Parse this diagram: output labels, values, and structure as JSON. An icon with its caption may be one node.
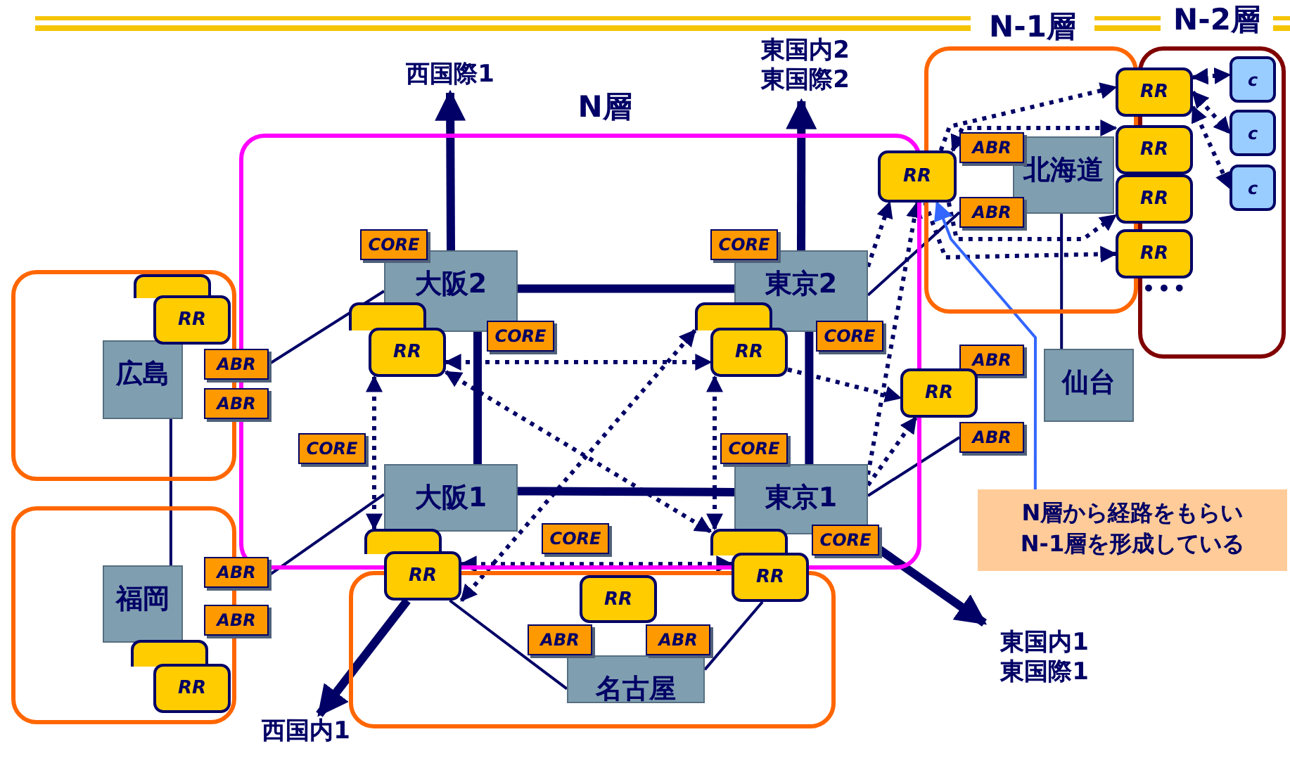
{
  "diagram": {
    "nodes": [
      {
        "text": [
          "N層"
        ]
      },
      {
        "text": [
          "N-1層"
        ]
      },
      {
        "text": [
          "N-2層"
        ]
      },
      {
        "text": [],
        "shape": "box"
      },
      {
        "text": [],
        "shape": "box"
      },
      {
        "text": [],
        "shape": "box"
      },
      {
        "text": [
          "大阪2"
        ],
        "in": 0
      },
      {
        "text": [
          "東京2"
        ],
        "in": 0
      },
      {
        "text": [
          "大阪1"
        ],
        "in": 0
      },
      {
        "text": [
          "東京1"
        ],
        "in": 0
      },
      {
        "text": [
          "北海道"
        ],
        "in": 1
      },
      {
        "text": [
          "仙台"
        ]
      },
      {
        "text": [
          "広島"
        ],
        "in": 3
      },
      {
        "text": [
          "福岡"
        ],
        "in": 4
      },
      {
        "text": [
          "名古屋"
        ],
        "in": 5
      },
      {
        "text": [
          "CORE"
        ],
        "in": 0
      },
      {
        "text": [
          "CORE"
        ],
        "in": 0
      },
      {
        "text": [
          "CORE"
        ],
        "in": 0
      },
      {
        "text": [
          "CORE"
        ],
        "in": 0
      },
      {
        "text": [
          "CORE"
        ],
        "in": 0
      },
      {
        "text": [
          "CORE"
        ],
        "in": 0
      },
      {
        "text": [
          "CORE"
        ],
        "in": 0
      },
      {
        "text": [
          "CORE"
        ],
        "in": 0
      },
      {
        "text": [
          "ABR"
        ]
      },
      {
        "text": [
          "ABR"
        ]
      },
      {
        "text": [
          "ABR"
        ]
      },
      {
        "text": [
          "ABR"
        ]
      },
      {
        "text": [
          "ABR"
        ],
        "in": 5
      },
      {
        "text": [
          "ABR"
        ],
        "in": 5
      },
      {
        "text": [
          "ABR"
        ],
        "in": 1
      },
      {
        "text": [
          "ABR"
        ],
        "in": 1
      },
      {
        "text": [
          "ABR"
        ]
      },
      {
        "text": [
          "ABR"
        ]
      },
      {
        "text": [],
        "shape": "box",
        "in": 3
      },
      {
        "text": [
          "RR"
        ],
        "in": 3
      },
      {
        "text": [],
        "shape": "box",
        "in": 4
      },
      {
        "text": [
          "RR"
        ],
        "in": 4
      },
      {
        "text": [],
        "shape": "box",
        "in": 0
      },
      {
        "text": [
          "RR"
        ],
        "in": 0
      },
      {
        "text": [],
        "shape": "box",
        "in": 0
      },
      {
        "text": [
          "RR"
        ],
        "in": 0
      },
      {
        "text": [],
        "shape": "box",
        "in": 0
      },
      {
        "text": [
          "RR"
        ]
      },
      {
        "text": [],
        "shape": "box",
        "in": 0
      },
      {
        "text": [
          "RR"
        ]
      },
      {
        "text": [
          "RR"
        ],
        "in": 5
      },
      {
        "text": [
          "RR"
        ]
      },
      {
        "text": [
          "RR"
        ]
      },
      {
        "text": [
          "RR"
        ]
      },
      {
        "text": [
          "RR"
        ]
      },
      {
        "text": [
          "RR"
        ]
      },
      {
        "text": [
          "RR"
        ]
      },
      {
        "text": [
          "c"
        ],
        "in": 2
      },
      {
        "text": [
          "c"
        ],
        "in": 2
      },
      {
        "text": [
          "c"
        ],
        "in": 2
      },
      {
        "text": [
          "西国際1"
        ]
      },
      {
        "text": [
          "東国内2 東国際2"
        ]
      },
      {
        "text": [
          "東国内1 東国際1"
        ]
      },
      {
        "text": [
          "西国内1"
        ]
      },
      {
        "text": [
          "N層から経路をもらい N-1層を形成している"
        ]
      }
    ],
    "edges": [
      {
        "from": 6,
        "to": 55,
        "arrow": "to",
        "style": "thick"
      },
      {
        "from": 7,
        "to": 56,
        "arrow": "to",
        "style": "thick"
      },
      {
        "from": 6,
        "to": 7,
        "arrow": "none",
        "style": "thick"
      },
      {
        "from": 8,
        "to": 9,
        "arrow": "none",
        "style": "thick"
      },
      {
        "from": 6,
        "to": 8,
        "arrow": "none",
        "style": "thick"
      },
      {
        "from": 7,
        "to": 9,
        "arrow": "none",
        "style": "thick"
      },
      {
        "from": 42,
        "to": 58,
        "arrow": "to",
        "style": "thick"
      },
      {
        "from": 22,
        "to": 57,
        "arrow": "to",
        "style": "thick"
      },
      {
        "from": 23,
        "to": 6,
        "arrow": "none"
      },
      {
        "from": 25,
        "to": 8,
        "arrow": "none"
      },
      {
        "from": 12,
        "to": 13,
        "arrow": "none"
      },
      {
        "from": 7,
        "to": 30,
        "arrow": "none"
      },
      {
        "from": 9,
        "to": 32,
        "arrow": "none"
      },
      {
        "from": 10,
        "to": 11,
        "arrow": "none"
      },
      {
        "from": 14,
        "to": 42,
        "arrow": "none"
      },
      {
        "from": 14,
        "to": 44,
        "arrow": "none"
      },
      {
        "from": 38,
        "to": 40,
        "arrow": "both",
        "style": "dashed"
      },
      {
        "from": 42,
        "to": 44,
        "arrow": "both",
        "style": "dashed"
      },
      {
        "from": 38,
        "to": 41,
        "arrow": "both",
        "style": "dashed"
      },
      {
        "from": 40,
        "to": 43,
        "arrow": "both",
        "style": "dashed"
      },
      {
        "from": 38,
        "to": 43,
        "arrow": "both",
        "style": "dashed"
      },
      {
        "from": 42,
        "to": 39,
        "arrow": "both",
        "style": "dashed"
      },
      {
        "from": 7,
        "to": 46,
        "arrow": "to",
        "style": "dashed"
      },
      {
        "from": 9,
        "to": 46,
        "arrow": "to",
        "style": "dashed"
      },
      {
        "from": 40,
        "to": 47,
        "arrow": "to",
        "style": "dashed"
      },
      {
        "from": 9,
        "to": 47,
        "arrow": "to",
        "style": "dashed"
      },
      {
        "from": 46,
        "to": 48,
        "arrow": "to",
        "style": "dashed"
      },
      {
        "from": 46,
        "to": 49,
        "arrow": "both",
        "style": "dashed"
      },
      {
        "from": 46,
        "to": 50,
        "arrow": "to",
        "style": "dashed"
      },
      {
        "from": 46,
        "to": 51,
        "arrow": "to",
        "style": "dashed"
      },
      {
        "from": 48,
        "to": 52,
        "arrow": "both",
        "style": "dashed"
      },
      {
        "from": 48,
        "to": 53,
        "arrow": "both",
        "style": "dashed"
      },
      {
        "from": 48,
        "to": 54,
        "arrow": "both",
        "style": "dashed"
      },
      {
        "from": 59,
        "to": 46,
        "arrow": "to",
        "color": "#3366ff"
      }
    ],
    "labels": [
      "•••"
    ]
  }
}
